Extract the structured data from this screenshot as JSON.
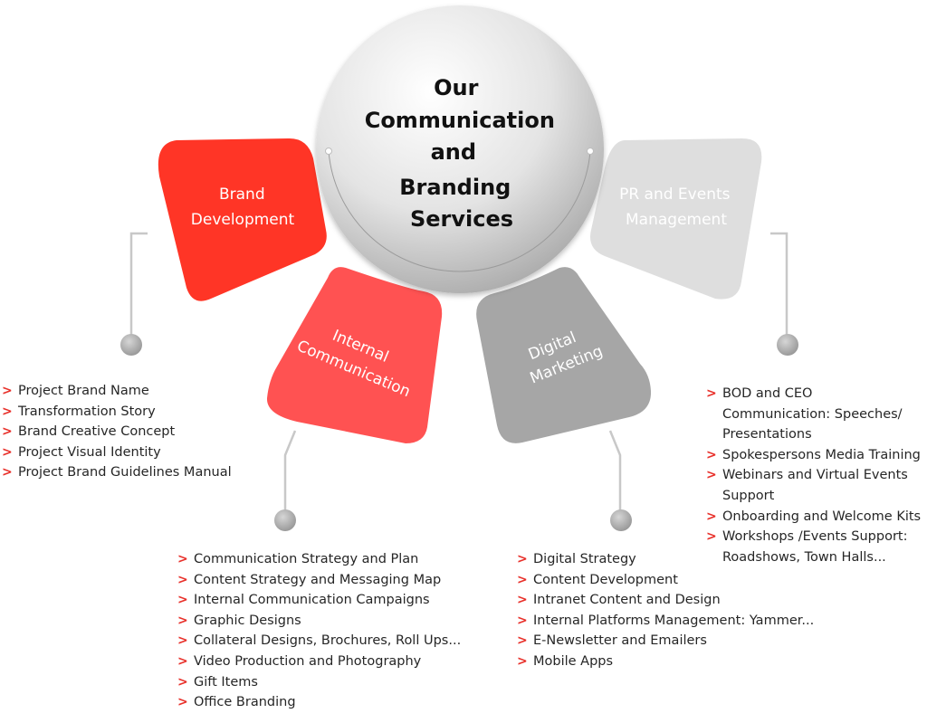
{
  "center": {
    "title_lines": [
      "Our",
      "Communication",
      "and",
      "Branding",
      "Services"
    ]
  },
  "colors": {
    "brand": "#ff3526",
    "internal": "#ff5252",
    "digital": "#a6a6a6",
    "pr": "#dedede",
    "arrow": "#e8302a"
  },
  "categories": [
    {
      "id": "brand",
      "label_lines": [
        "Brand",
        "Development"
      ],
      "items": [
        "Project Brand Name",
        "Transformation Story",
        "Brand Creative Concept",
        "Project Visual Identity",
        "Project Brand Guidelines Manual"
      ]
    },
    {
      "id": "internal",
      "label_lines": [
        "Internal",
        "Communication"
      ],
      "items": [
        "Communication Strategy and Plan",
        "Content Strategy and Messaging Map",
        "Internal Communication Campaigns",
        "Graphic Designs",
        "Collateral Designs, Brochures, Roll Ups...",
        "Video Production and Photography",
        "Gift Items",
        "Office Branding"
      ]
    },
    {
      "id": "digital",
      "label_lines": [
        "Digital",
        "Marketing"
      ],
      "items": [
        "Digital Strategy",
        "Content Development",
        "Intranet Content and Design",
        "Internal Platforms Management: Yammer...",
        "E-Newsletter and Emailers",
        "Mobile Apps"
      ]
    },
    {
      "id": "pr",
      "label_lines": [
        "PR and Events",
        "Management"
      ],
      "items": [
        "BOD and CEO Communication: Speeches/ Presentations",
        "Spokespersons Media Training",
        "Webinars and Virtual Events Support",
        "Onboarding and Welcome Kits",
        "Workshops /Events Support: Roadshows, Town Halls..."
      ]
    }
  ]
}
